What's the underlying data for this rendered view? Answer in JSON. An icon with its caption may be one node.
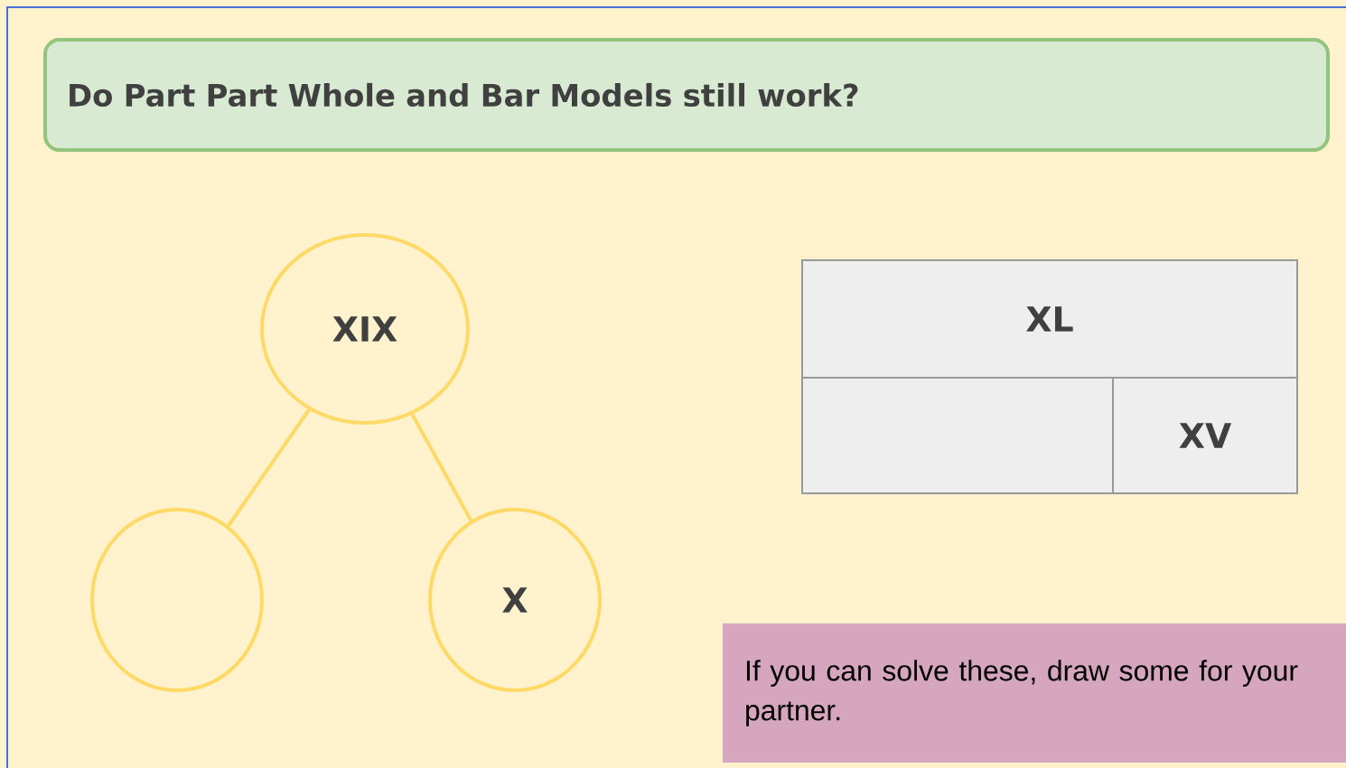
{
  "diagram": {
    "nodes": [
      {
        "text": [
          "Do Part Part Whole and Bar Models still work?"
        ]
      },
      {
        "text": [
          "XIX"
        ]
      },
      {
        "text": [],
        "shape": "circle"
      },
      {
        "text": [
          "X"
        ]
      },
      {
        "text": [
          "XL"
        ]
      },
      {
        "text": [],
        "shape": "box"
      },
      {
        "text": [
          "XV"
        ]
      },
      {
        "text": [
          "If you can solve these, draw some for your partner."
        ]
      }
    ],
    "edges": [
      {
        "from": 1,
        "to": 2,
        "arrow": "none"
      },
      {
        "from": 1,
        "to": 3,
        "arrow": "none"
      }
    ]
  }
}
